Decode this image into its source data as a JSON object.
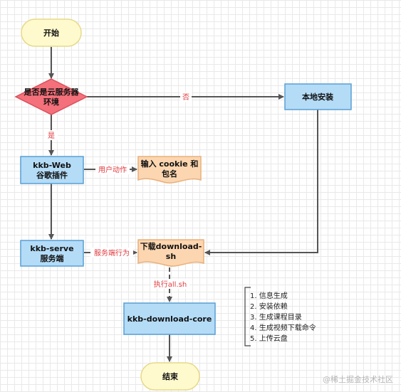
{
  "nodes": {
    "start": "开始",
    "cloud_env_line1": "是否是云服务器",
    "cloud_env_line2": "环境",
    "local_install": "本地安装",
    "kkb_web_line1": "kkb-Web",
    "kkb_web_line2": "谷歌插件",
    "input_doc_line1": "输入 cookie 和",
    "input_doc_line2": "包名",
    "kkb_serve_line1": "kkb-serve",
    "kkb_serve_line2": "服务端",
    "download_sh_line1": "下载download-",
    "download_sh_line2": "sh",
    "download_core": "kkb-download-core",
    "end": "结束"
  },
  "edges": {
    "no": "否",
    "yes": "是",
    "user_action": "用户动作",
    "server_action": "服务端行为",
    "exec_all": "执行all.sh"
  },
  "steps": [
    "1. 信息生成",
    "2. 安装依赖",
    "3. 生成课程目录",
    "4. 生成视频下载命令",
    "5. 上传云盘"
  ],
  "watermark": "@稀土掘金技术社区",
  "colors": {
    "terminal_fill": "#fffacd",
    "terminal_stroke": "#e6d98a",
    "decision_fill": "#f4707a",
    "decision_stroke": "#d9505c",
    "process_fill": "#b4dcf7",
    "process_stroke": "#5a9fd4",
    "document_fill": "#fcd6b0",
    "document_stroke": "#e8b07c",
    "edge_label": "#e0393e",
    "arrow": "#555555"
  }
}
